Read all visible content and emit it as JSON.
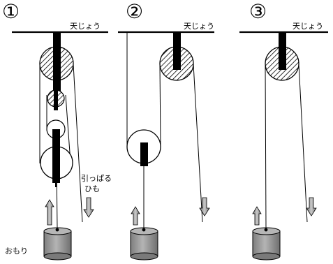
{
  "panels": [
    {
      "number": "①",
      "ceiling_label": "天じょう"
    },
    {
      "number": "②",
      "ceiling_label": "天じょう"
    },
    {
      "number": "③",
      "ceiling_label": "天じょう"
    }
  ],
  "labels": {
    "pull_rope_line1": "引っぱる",
    "pull_rope_line2": "ひも",
    "weight": "おもり"
  },
  "colors": {
    "line": "#000000",
    "weight_fill": "#9a9a9a",
    "arrow_fill": "#8f8f8f",
    "pulley_fill": "#ffffff"
  }
}
